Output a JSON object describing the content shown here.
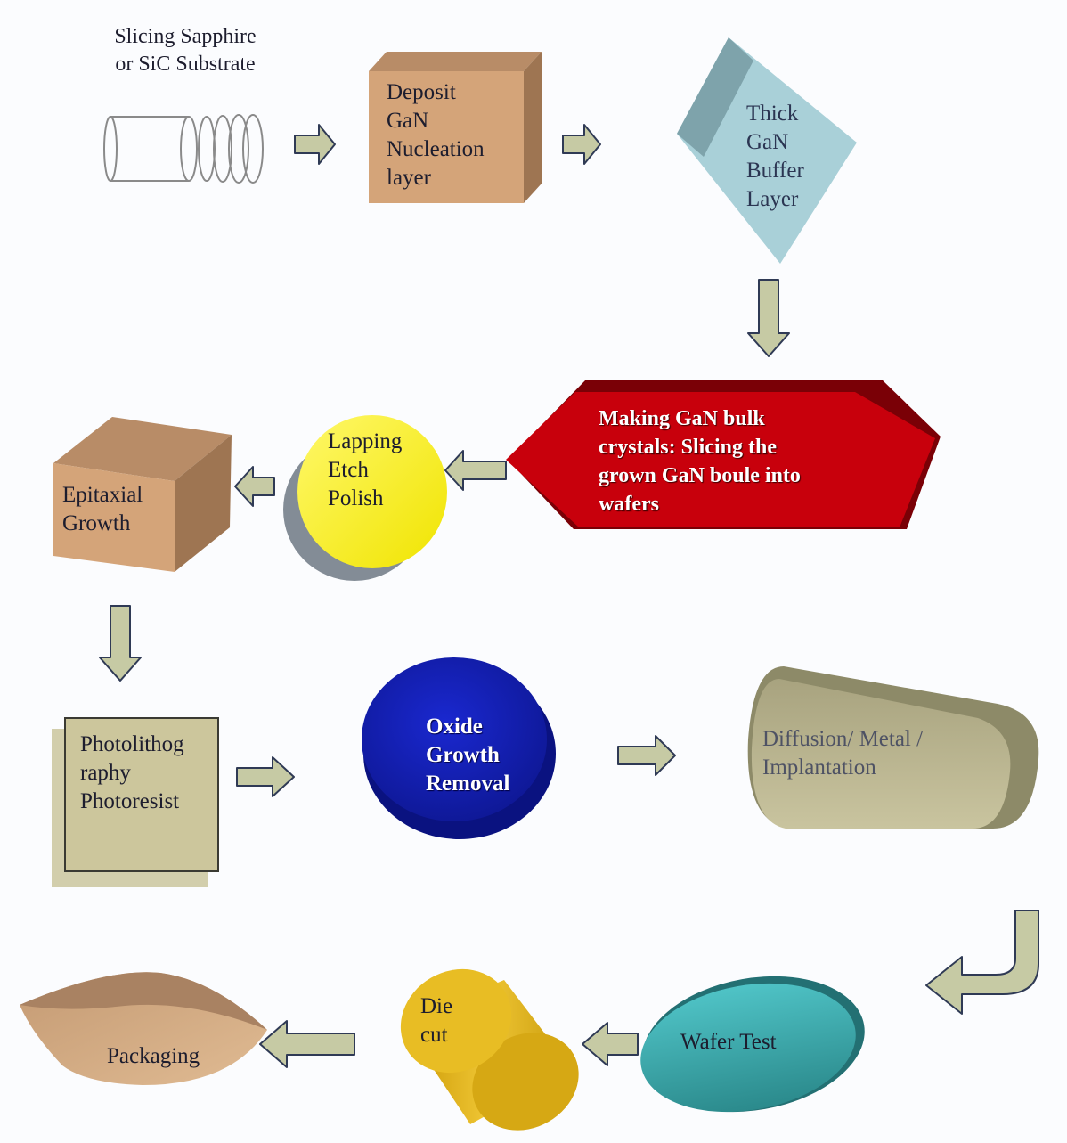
{
  "steps": {
    "slicing": {
      "lines": [
        "Slicing Sapphire",
        "or SiC Substrate"
      ]
    },
    "deposit": {
      "lines": [
        "Deposit",
        "GaN",
        "Nucleation",
        "layer"
      ]
    },
    "buffer": {
      "lines": [
        "Thick",
        "GaN",
        "Buffer",
        "Layer"
      ]
    },
    "bulk": {
      "lines": [
        "Making GaN bulk",
        "crystals: Slicing the",
        "grown GaN boule into",
        "wafers"
      ]
    },
    "lapping": {
      "lines": [
        "Lapping",
        "Etch",
        "Polish"
      ]
    },
    "epitaxial": {
      "lines": [
        "Epitaxial",
        "Growth"
      ]
    },
    "photolithography": {
      "lines": [
        "Photolithog",
        "raphy",
        "Photoresist"
      ]
    },
    "oxide": {
      "lines": [
        "Oxide",
        "Growth",
        "Removal"
      ]
    },
    "diffusion": {
      "lines": [
        "Diffusion/ Metal /",
        "Implantation"
      ]
    },
    "wafer_test": {
      "lines": [
        "Wafer Test"
      ]
    },
    "die_cut": {
      "lines": [
        "Die",
        "cut"
      ]
    },
    "packaging": {
      "lines": [
        "Packaging"
      ]
    }
  },
  "colors": {
    "arrow_fill": "#c6caa4",
    "arrow_stroke": "#2f3a55",
    "tan_front": "#d4a479",
    "tan_top": "#b88c67",
    "tan_side": "#9e7552",
    "buffer_light": "#a9d0d8",
    "buffer_dark": "#7ea3ab",
    "bulk_red": "#c8000c",
    "lapping_yellow": "#f6ef00",
    "lapping_shadow": "#838c96",
    "photo_fill": "#ccc69c",
    "oxide_blue": "#1521bd",
    "diffusion_olive": "#b7b28d",
    "diffusion_dark": "#8d8a68",
    "wafer_teal": "#3aa4a6",
    "die_gold": "#e3b81a",
    "pack_tan": "#d3ab84"
  }
}
